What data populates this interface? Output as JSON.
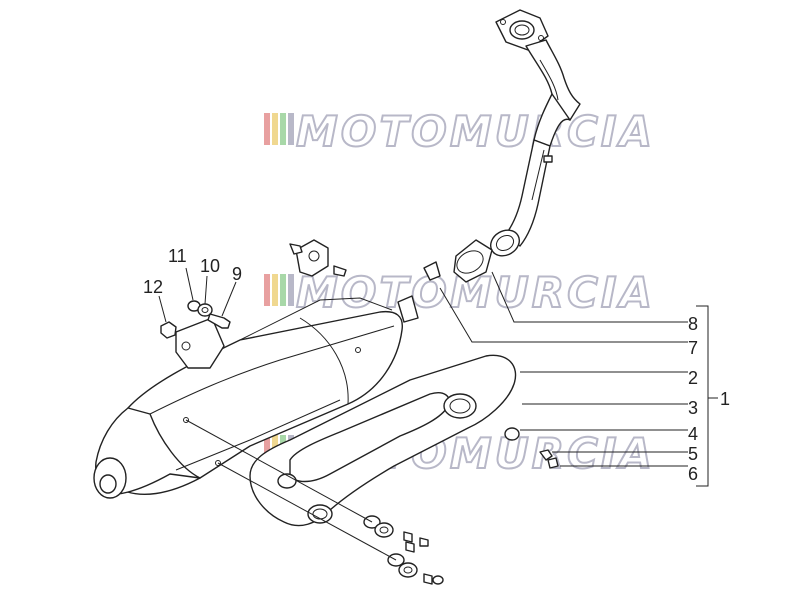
{
  "watermark": {
    "text": "MOTOMURCIA",
    "colors": [
      "#e8a0a0",
      "#f0d890",
      "#a8d8a8",
      "#b8b8c8"
    ]
  },
  "callouts": {
    "n1": "1",
    "n2": "2",
    "n3": "3",
    "n4": "4",
    "n5": "5",
    "n6": "6",
    "n7": "7",
    "n8": "8",
    "n9": "9",
    "n10": "10",
    "n11": "11",
    "n12": "12"
  },
  "colors": {
    "line": "#222222",
    "background": "#ffffff"
  }
}
